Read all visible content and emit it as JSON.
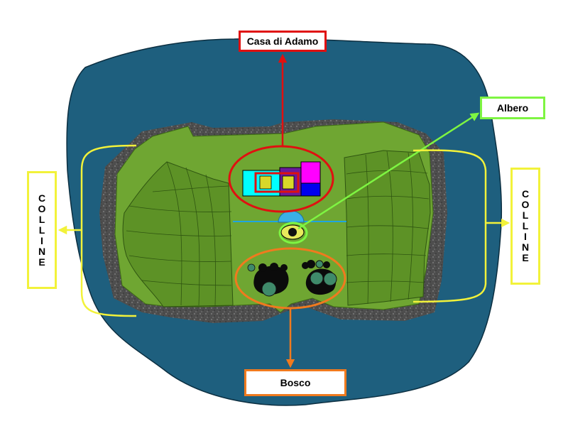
{
  "labels": {
    "casa": "Casa di Adamo",
    "albero": "Albero",
    "bosco": "Bosco",
    "colline_left": "COLLINE",
    "colline_right": "COLLINE"
  },
  "colors": {
    "sea": "#1e5f7e",
    "gravel": "#4e4e4e",
    "grass": "#6fa632",
    "grass_dark": "#4b7a1c",
    "casa_accent": "#e01010",
    "albero_accent": "#7ef542",
    "bosco_accent": "#f07a1e",
    "colline_accent": "#f2f23a",
    "house_cyan": "#00ffff",
    "house_purple": "#6a1b9a",
    "house_magenta": "#ff00ff",
    "house_blue": "#0000ee",
    "house_yellow": "#d8d82a",
    "river": "#1fa5e0"
  }
}
